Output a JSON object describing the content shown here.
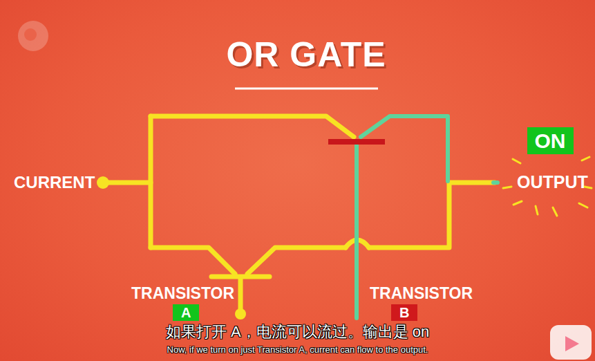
{
  "diagram": {
    "title": "OR GATE",
    "nodes": [
      {
        "text": [
          "ON"
        ]
      }
    ],
    "labels": [
      "CURRENT",
      "OUTPUT",
      "TRANSISTOR",
      "A",
      "TRANSISTOR",
      "B",
      "如果打开 A，电流可以流过。输出是 on",
      "Now, if we turn on just Transistor A, current can flow to the output."
    ]
  }
}
